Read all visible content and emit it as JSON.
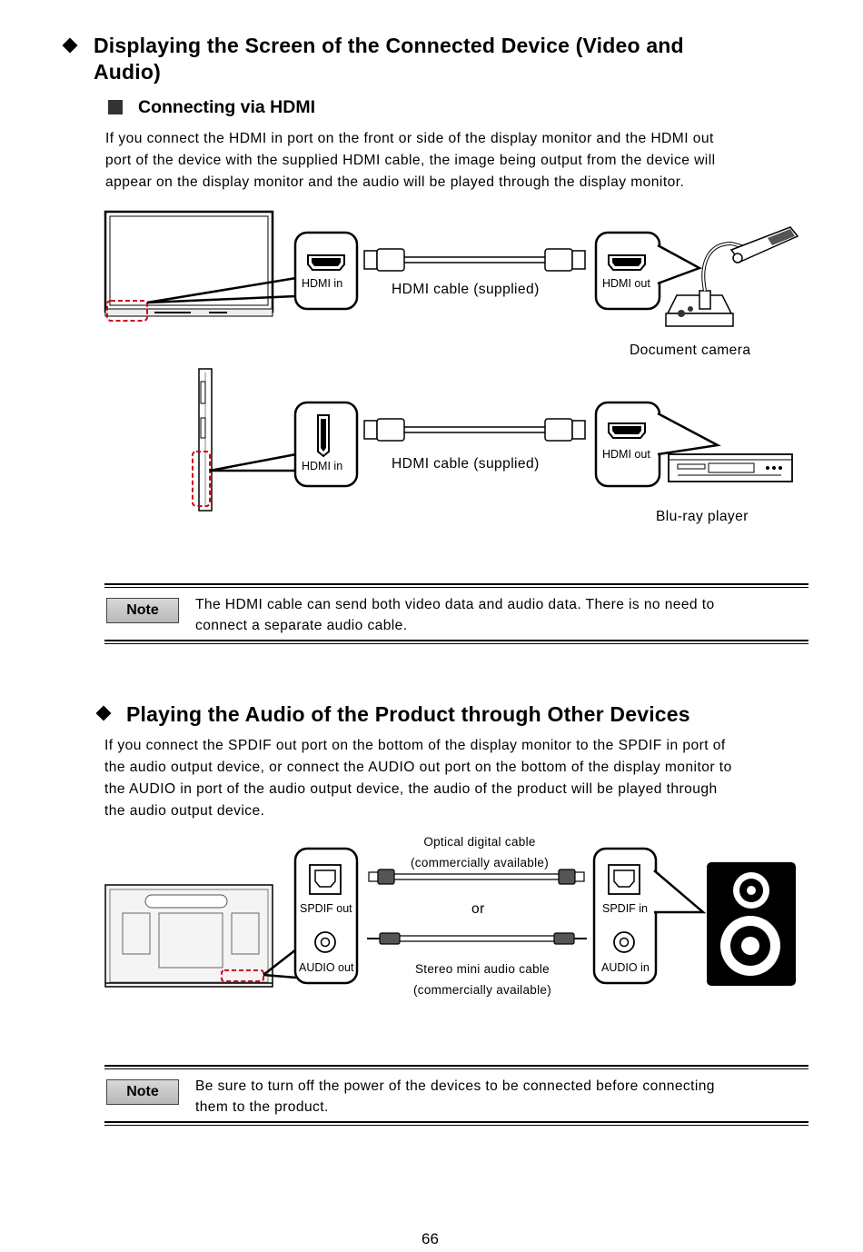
{
  "section1": {
    "title_line1": "Displaying the Screen of the Connected Device (Video and",
    "title_line2": "Audio)",
    "subsection_title": "Connecting via HDMI",
    "paragraph": [
      "If you connect the HDMI in port on the front or side of the display monitor and the HDMI out",
      "port of the device with the supplied HDMI cable, the image being output from the device will",
      "appear on the display monitor and the audio will be played through the display monitor."
    ],
    "diagram": {
      "hdmi_in_label": "HDMI in",
      "hdmi_out_label": "HDMI out",
      "cable_label": "HDMI cable (supplied)",
      "device1_label": "Document camera",
      "device2_label": "Blu-ray player"
    },
    "note": {
      "badge": "Note",
      "line1": "The HDMI cable can send both video data and audio data. There is no need to",
      "line2": "connect a separate audio cable."
    }
  },
  "section2": {
    "title": "Playing the Audio of the Product through Other Devices",
    "paragraph": [
      "If you connect the SPDIF out port on the bottom of the display monitor to the SPDIF in port of",
      "the audio output device, or connect the AUDIO out port on the bottom of the display monitor to",
      "the AUDIO in port of the audio output device, the audio of the product will be played through",
      "the audio output device."
    ],
    "diagram": {
      "optical_cable_line1": "Optical digital cable",
      "optical_cable_line2": "(commercially available)",
      "or_label": "or",
      "stereo_cable_line1": "Stereo mini audio cable",
      "stereo_cable_line2": "(commercially available)",
      "spdif_out_label": "SPDIF out",
      "audio_out_label": "AUDIO out",
      "spdif_in_label": "SPDIF in",
      "audio_in_label": "AUDIO in"
    },
    "note": {
      "badge": "Note",
      "line1": "Be sure to turn off the power of the devices to be connected before connecting",
      "line2": "them to the product."
    }
  },
  "footer": {
    "page_number": "66"
  },
  "colors": {
    "highlight_red": "#d0021b",
    "text": "#000000"
  }
}
